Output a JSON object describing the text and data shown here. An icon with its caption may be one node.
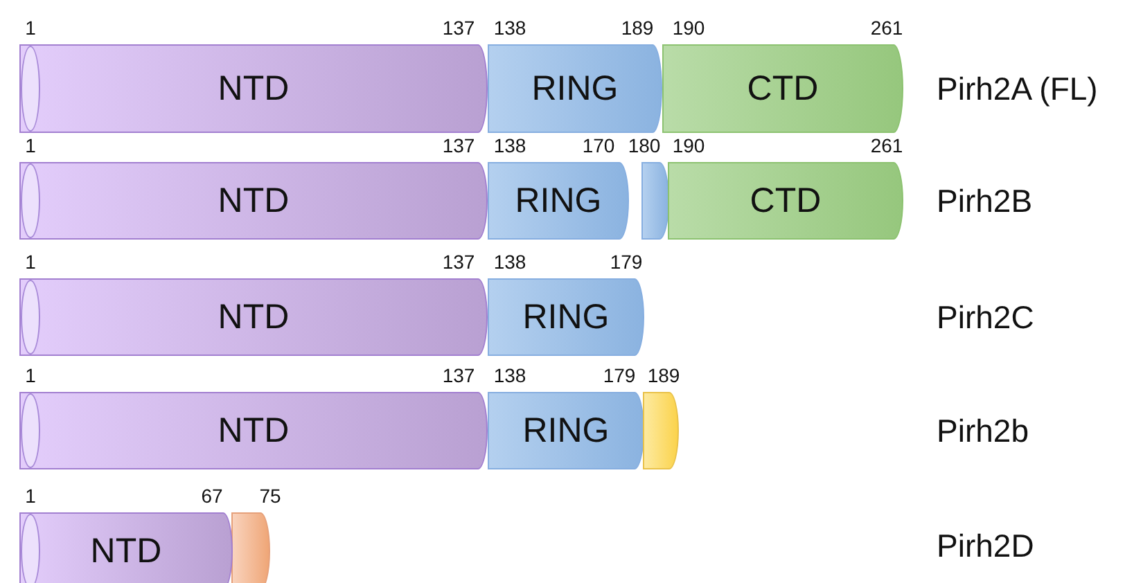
{
  "diagram": {
    "nodes": [
      {
        "text": [
          "NTD"
        ]
      },
      {
        "text": [
          "RING"
        ]
      },
      {
        "text": [
          "CTD"
        ]
      },
      {
        "text": [
          "NTD"
        ]
      },
      {
        "text": [
          "RING"
        ]
      },
      {
        "text": [],
        "shape": "cylinder"
      },
      {
        "text": [
          "CTD"
        ]
      },
      {
        "text": [
          "NTD"
        ]
      },
      {
        "text": [
          "RING"
        ]
      },
      {
        "text": [
          "NTD"
        ]
      },
      {
        "text": [
          "RING"
        ]
      },
      {
        "text": [],
        "shape": "cylinder"
      },
      {
        "text": [
          "NTD"
        ]
      },
      {
        "text": [],
        "shape": "cylinder"
      }
    ],
    "edges": [],
    "labels": [
      "1",
      "137",
      "138",
      "189",
      "190",
      "261",
      "Pirh2A (FL)",
      "1",
      "137",
      "138",
      "170",
      "180",
      "190",
      "261",
      "Pirh2B",
      "1",
      "137",
      "138",
      "179",
      "Pirh2C",
      "1",
      "137",
      "138",
      "179",
      "189",
      "Pirh2b",
      "1",
      "67",
      "75",
      "Pirh2D"
    ]
  }
}
